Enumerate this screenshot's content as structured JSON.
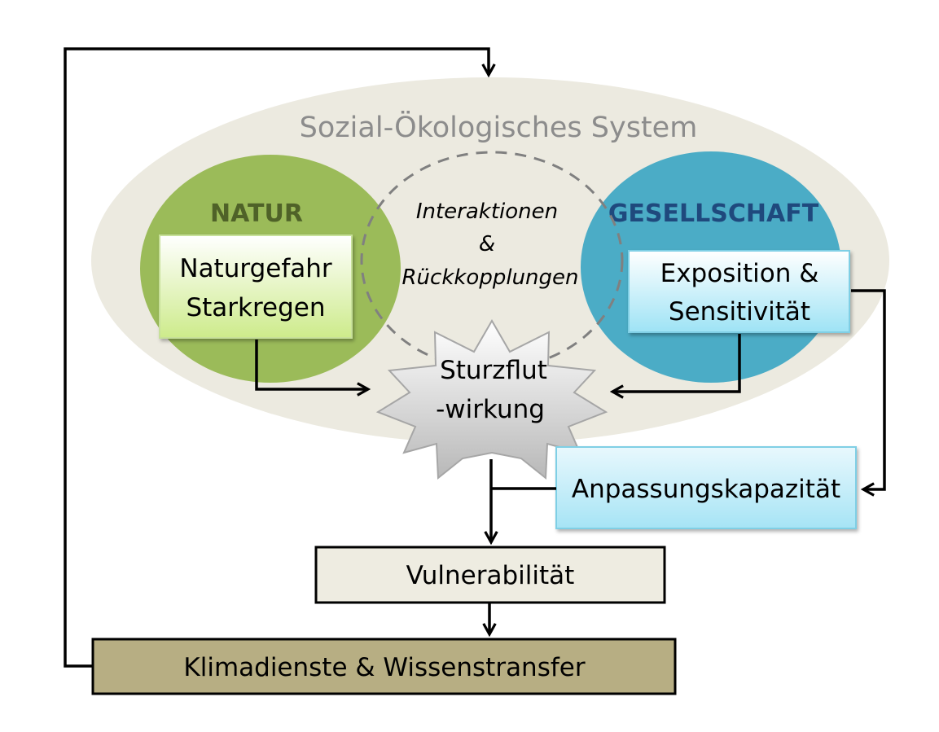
{
  "system": {
    "title": "Sozial-Ökologisches System"
  },
  "natur": {
    "title": "NATUR",
    "box_line1": "Naturgefahr",
    "box_line2": "Starkregen"
  },
  "gesellschaft": {
    "title": "GESELLSCHAFT",
    "box_line1": "Exposition &",
    "box_line2": "Sensitivität"
  },
  "interaktionen": {
    "line1": "Interaktionen",
    "line2": "&",
    "line3": "Rückkopplungen"
  },
  "sturzflut": {
    "line1": "Sturzflut",
    "line2": "-wirkung"
  },
  "anpassung": {
    "label": "Anpassungskapazität"
  },
  "vulnerabilitaet": {
    "label": "Vulnerabilität"
  },
  "klimadienste": {
    "label": "Klimadienste & Wissenstransfer"
  },
  "colors": {
    "ellipse": "#ECEAE0",
    "natur_circle": "#9BBB59",
    "natur_title": "#4F6228",
    "gesellschaft_circle": "#4BACC6",
    "gesellschaft_title": "#1F497D",
    "system_title": "#8C8C8C",
    "vulnerabilitaet_fill": "#EEECE1",
    "klimadienste_fill": "#B7AE83"
  }
}
